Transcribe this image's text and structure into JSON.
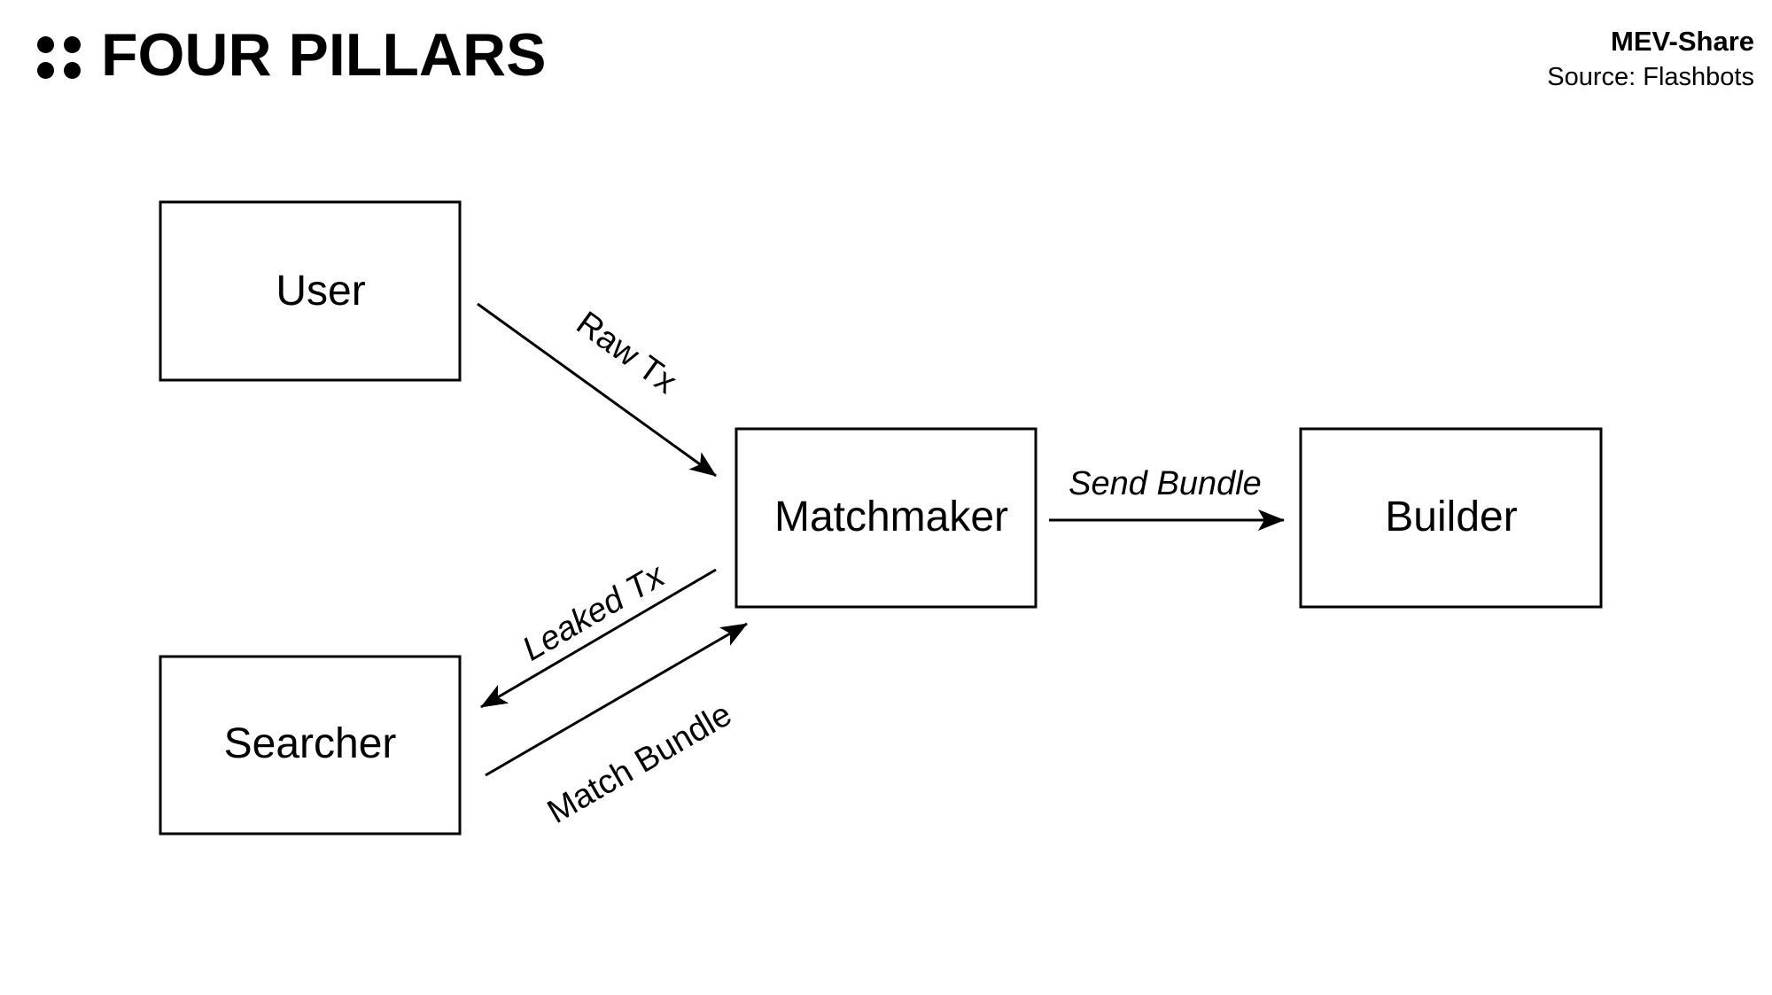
{
  "brand": {
    "logo_icon": "four-dots-icon",
    "name": "FOUR PILLARS"
  },
  "header": {
    "title": "MEV-Share",
    "source": "Source: Flashbots"
  },
  "diagram": {
    "nodes": [
      {
        "id": "user",
        "label": "User"
      },
      {
        "id": "matchmaker",
        "label": "Matchmaker"
      },
      {
        "id": "builder",
        "label": "Builder"
      },
      {
        "id": "searcher",
        "label": "Searcher"
      }
    ],
    "edges": [
      {
        "id": "raw-tx",
        "from": "user",
        "to": "matchmaker",
        "label": "Raw Tx",
        "italic": false
      },
      {
        "id": "send-bundle",
        "from": "matchmaker",
        "to": "builder",
        "label": "Send Bundle",
        "italic": true
      },
      {
        "id": "leaked-tx",
        "from": "matchmaker",
        "to": "searcher",
        "label": "Leaked Tx",
        "italic": true
      },
      {
        "id": "match-bundle",
        "from": "searcher",
        "to": "matchmaker",
        "label": "Match Bundle",
        "italic": false
      }
    ]
  }
}
